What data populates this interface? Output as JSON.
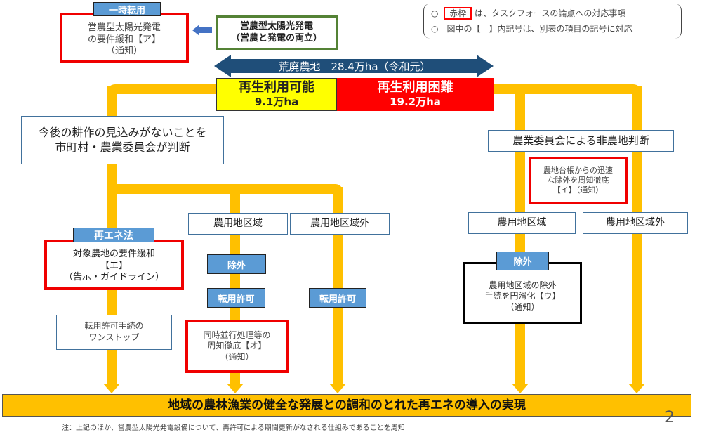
{
  "top_left": {
    "tag": "一時転用",
    "lines": [
      "営農型太陽光発電",
      "の要件緩和【ア】",
      "（通知）"
    ]
  },
  "solar_box": {
    "lines": [
      "営農型太陽光発電",
      "（営農と発電の両立）"
    ]
  },
  "legend": {
    "line1_prefix": "○",
    "line1_red": "赤枠",
    "line1_rest": "は、タスクフォースの論点への対応事項",
    "line2": "○　図中の【　】内記号は、別表の項目の記号に対応"
  },
  "abandoned": {
    "label": "荒廃農地　28.4万ha（令和元）"
  },
  "reusable": {
    "title": "再生利用可能",
    "value": "9.1万ha",
    "color": "#FFFF00"
  },
  "difficult": {
    "title": "再生利用困難",
    "value": "19.2万ha",
    "color": "#FF0000"
  },
  "left_judgement": {
    "lines": [
      "今後の耕作の見込みがないことを",
      "市町村・農業委員会が判断"
    ]
  },
  "right_judgement": {
    "label": "農業委員会による非農地判断"
  },
  "item_i": {
    "lines": [
      "農地台帳からの迅速",
      "な除外を周知徹底",
      "【イ】（通知）"
    ]
  },
  "zones": {
    "in": "農用地区域",
    "out": "農用地区域外"
  },
  "renewable_law": {
    "tag": "再エネ法",
    "lines": [
      "対象農地の要件緩和",
      "【エ】",
      "（告示・ガイドライン）"
    ]
  },
  "exclusion_tag": "除外",
  "conversion_tag": "転用許可",
  "one_stop": {
    "lines": [
      "転用許可手続の",
      "ワンストップ"
    ]
  },
  "item_o": {
    "lines": [
      "同時並行処理等の",
      "周知徹底【オ】",
      "（通知）"
    ]
  },
  "item_u": {
    "tag": "除外",
    "lines": [
      "農用地区域の除外",
      "手続を円滑化【ウ】",
      "（通知）"
    ]
  },
  "goal": "地域の農林漁業の健全な発展との調和のとれた再エネの導入の実現",
  "page_number": "2",
  "note": "注：上記のほか、営農型太陽光発電設備について、再許可による期間更新がなされる仕組みであることを周知"
}
